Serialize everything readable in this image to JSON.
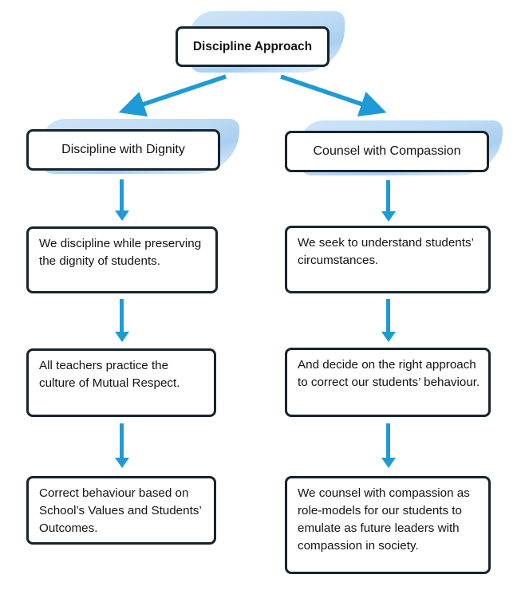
{
  "diagram": {
    "root": {
      "label": "Discipline Approach"
    },
    "branches": [
      {
        "title": "Discipline with Dignity",
        "steps": [
          "We discipline while preserving the dignity of students.",
          "All teachers practice the culture of Mutual Respect.",
          "Correct behaviour based on School’s Values and Students’ Outcomes."
        ]
      },
      {
        "title": "Counsel with Compassion",
        "steps": [
          "We seek to understand students’ circumstances.",
          "And decide on the right approach to correct  our students’ behaviour.",
          "We counsel with compassion as role-models for our students to emulate as future leaders with compassion in society."
        ]
      }
    ]
  },
  "colors": {
    "arrow": "#1E9BD7",
    "border": "#17242E",
    "shape_top": "#CFE4F7",
    "shape_mid": "#A9CFF0",
    "shape_fade": "#EAF4FD"
  }
}
